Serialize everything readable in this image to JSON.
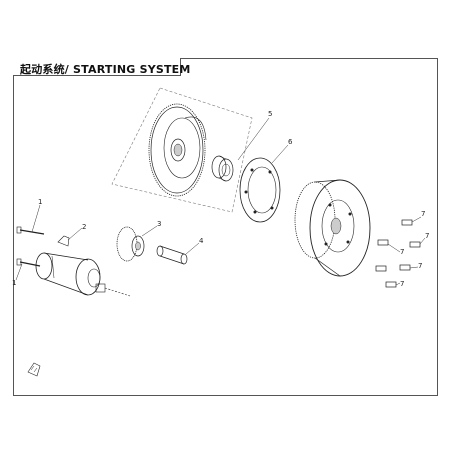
{
  "diagram": {
    "title": "起动系统/ STARTING SYSTEM",
    "callouts": {
      "c1a": "1",
      "c1b": "1",
      "c2": "2",
      "c3": "3",
      "c4": "4",
      "c5": "5",
      "c6": "6",
      "c7a": "7",
      "c7b": "7",
      "c7c": "7",
      "c7d": "7",
      "c7e": "7"
    }
  }
}
